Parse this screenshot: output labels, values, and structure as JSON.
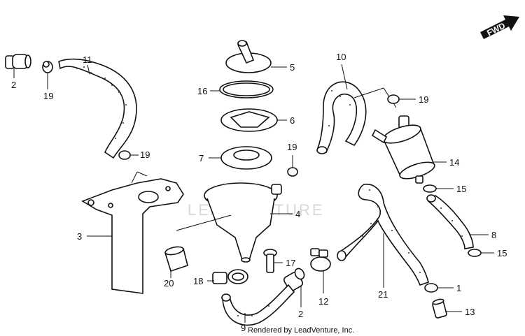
{
  "watermark": "LEADVENTURE",
  "credit": "Rendered by LeadVenture, Inc.",
  "fwd_label": "FWD",
  "callouts": [
    {
      "id": "c2a",
      "text": "2"
    },
    {
      "id": "c19a",
      "text": "19"
    },
    {
      "id": "c11",
      "text": "11"
    },
    {
      "id": "c19b",
      "text": "19"
    },
    {
      "id": "c3",
      "text": "3"
    },
    {
      "id": "c5",
      "text": "5"
    },
    {
      "id": "c16",
      "text": "16"
    },
    {
      "id": "c6",
      "text": "6"
    },
    {
      "id": "c7",
      "text": "7"
    },
    {
      "id": "c4",
      "text": "4"
    },
    {
      "id": "c19c",
      "text": "19"
    },
    {
      "id": "c10",
      "text": "10"
    },
    {
      "id": "c19d",
      "text": "19"
    },
    {
      "id": "c14",
      "text": "14"
    },
    {
      "id": "c15a",
      "text": "15"
    },
    {
      "id": "c8",
      "text": "8"
    },
    {
      "id": "c15b",
      "text": "15"
    },
    {
      "id": "c1",
      "text": "1"
    },
    {
      "id": "c13",
      "text": "13"
    },
    {
      "id": "c21",
      "text": "21"
    },
    {
      "id": "c12",
      "text": "12"
    },
    {
      "id": "c2b",
      "text": "2"
    },
    {
      "id": "c17",
      "text": "17"
    },
    {
      "id": "c18",
      "text": "18"
    },
    {
      "id": "c20",
      "text": "20"
    },
    {
      "id": "c9",
      "text": "9"
    }
  ]
}
